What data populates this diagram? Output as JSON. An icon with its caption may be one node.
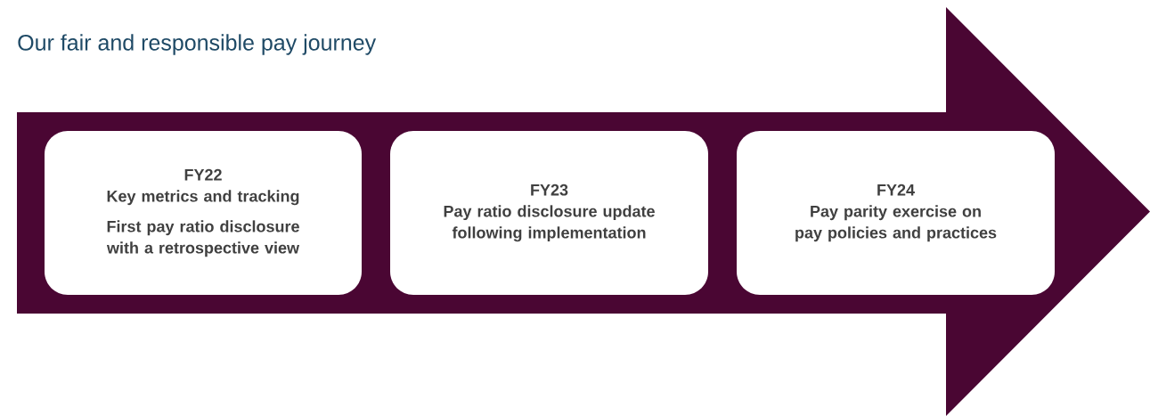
{
  "diagram": {
    "title": "Our fair and responsible pay journey",
    "nodes": [
      {
        "text": [],
        "shape": "arrow"
      },
      {
        "text": [
          "FY22",
          "Key metrics and tracking",
          "First pay ratio disclosure with a retrospective view"
        ],
        "in": 0
      },
      {
        "text": [
          "FY23",
          "Pay ratio disclosure update following implementation"
        ],
        "in": 0
      },
      {
        "text": [
          "FY24",
          "Pay parity exercise on pay policies and practices"
        ],
        "in": 0
      }
    ]
  }
}
